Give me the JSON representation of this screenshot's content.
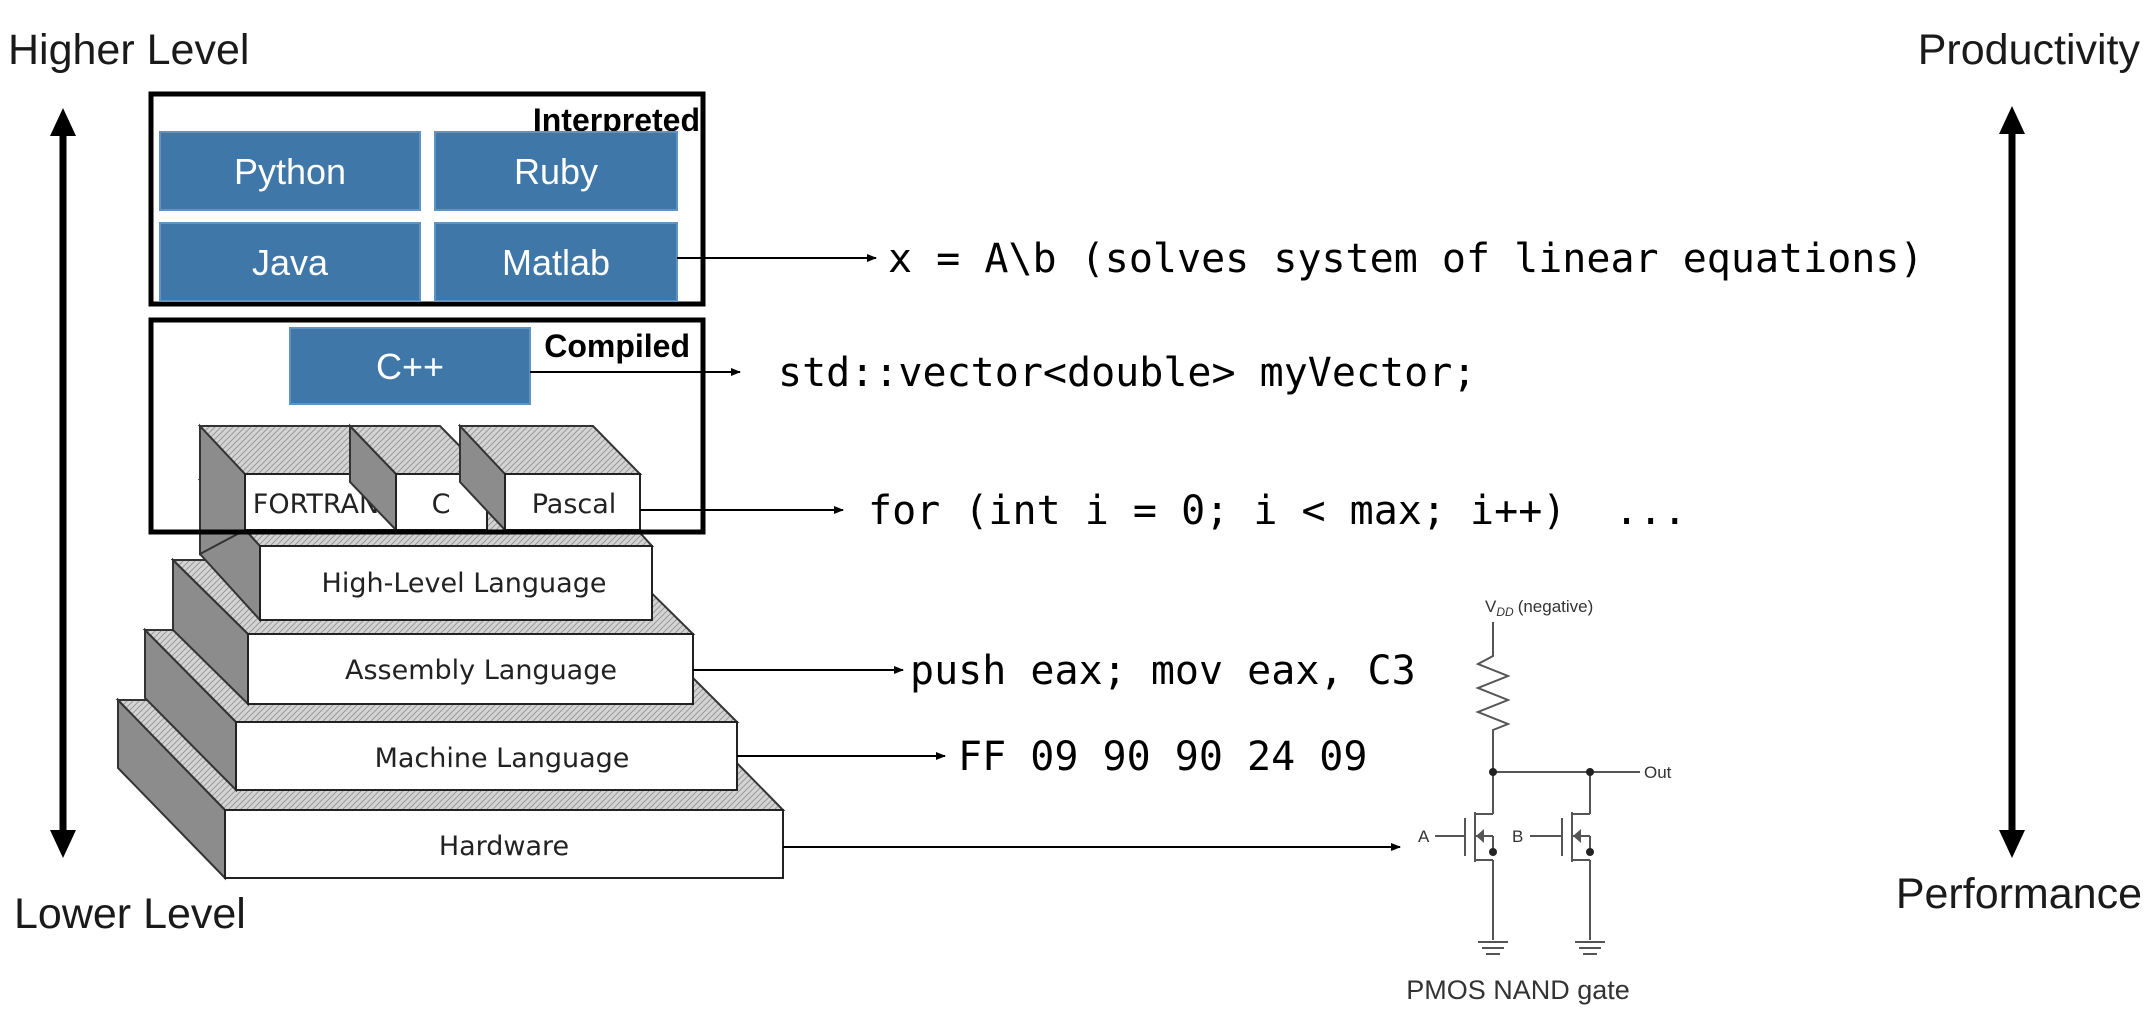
{
  "axis_left": {
    "top": "Higher Level",
    "bottom": "Lower Level"
  },
  "axis_right": {
    "top": "Productivity",
    "bottom": "Performance"
  },
  "groups": {
    "interpreted": "Interpreted",
    "compiled": "Compiled"
  },
  "interpreted_boxes": {
    "python": "Python",
    "ruby": "Ruby",
    "java": "Java",
    "matlab": "Matlab"
  },
  "compiled_boxes": {
    "cpp": "C++"
  },
  "legacy_langs": {
    "fortran": "FORTRAN",
    "c": "C",
    "pascal": "Pascal"
  },
  "tiers": {
    "high_level": "High-Level Language",
    "assembly": "Assembly Language",
    "machine": "Machine Language",
    "hardware": "Hardware"
  },
  "code_examples": {
    "matlab": "x = A\\b (solves system of linear equations)",
    "cpp": "std::vector<double> myVector;",
    "loop": "for (int i = 0; i < max; i++)  ...",
    "assembly": "push eax; mov eax, C3",
    "machine": "FF 09 90 90 24 09"
  },
  "circuit": {
    "supply_main": "V",
    "supply_sub": "DD",
    "supply_note": "(negative)",
    "output": "Out",
    "input_a": "A",
    "input_b": "B",
    "caption": "PMOS NAND gate"
  },
  "colors": {
    "box_fill": "#3f77a8",
    "box_border": "#5f93c2",
    "arrow": "#000000",
    "hatch": "#c9c9c9",
    "side_face": "#8c8c8c"
  }
}
